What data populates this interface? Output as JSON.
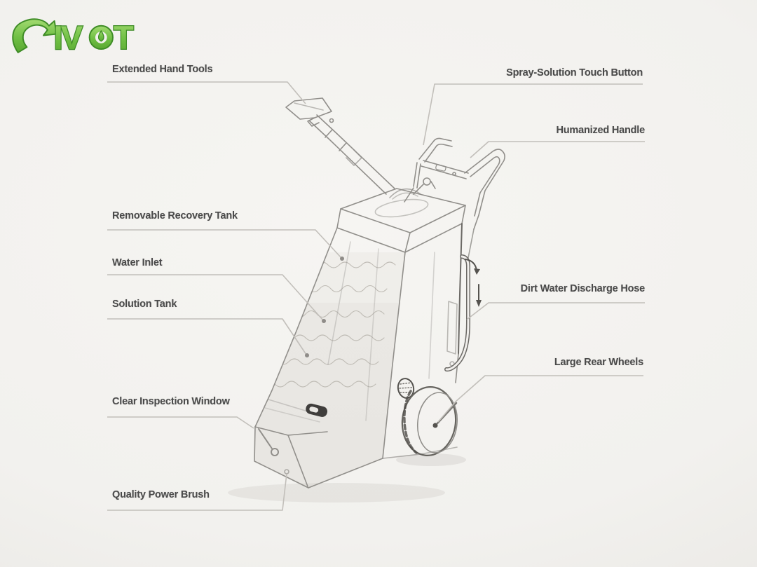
{
  "brand": {
    "name": "PIVOT",
    "text_iv": "IV",
    "text_t": "T",
    "green": "#6fbf44",
    "green_dark": "#3e8c26"
  },
  "labels": {
    "extended_hand_tools": "Extended Hand Tools",
    "spray_solution_touch_button": "Spray-Solution Touch Button",
    "humanized_handle": "Humanized Handle",
    "removable_recovery_tank": "Removable Recovery Tank",
    "water_inlet": "Water Inlet",
    "solution_tank": "Solution Tank",
    "dirt_water_discharge_hose": "Dirt Water Discharge Hose",
    "large_rear_wheels": "Large Rear Wheels",
    "clear_inspection_window": "Clear Inspection Window",
    "quality_power_brush": "Quality Power Brush"
  },
  "colors": {
    "background": "#f2f1ee",
    "label_text": "#4a4a4a",
    "leader_line": "#c2bfba",
    "sketch_line": "#918f8b"
  }
}
